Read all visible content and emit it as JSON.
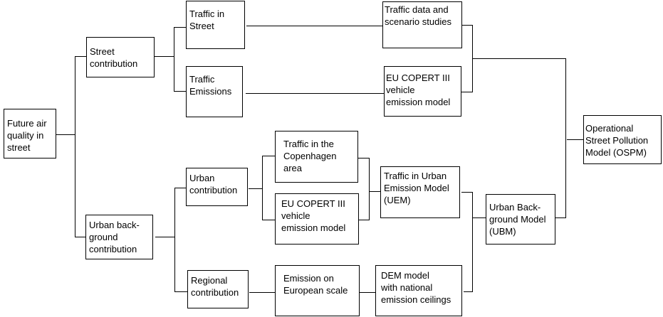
{
  "nodes": {
    "future": "Future air\nquality in\nstreet",
    "street_contribution": "Street\ncontribution",
    "urban_background_contribution": "Urban back-\nground\ncontribution",
    "traffic_in_street": "Traffic in\nStreet",
    "traffic_emissions": "Traffic\nEmissions",
    "urban_contribution": "Urban\ncontribution",
    "regional_contribution": "Regional\ncontribution",
    "traffic_copenhagen": "Traffic in the\nCopenhagen\narea",
    "eu_copert_lower": "EU COPERT III\nvehicle\nemission model",
    "emission_european": "Emission on\nEuropean scale",
    "traffic_data": "Traffic data and\nscenario studies",
    "eu_copert_upper": "EU COPERT III\nvehicle\nemission model",
    "traffic_urban_model": "Traffic in Urban\nEmission Model\n(UEM)",
    "dem_model": "DEM model\nwith national\nemission ceilings",
    "ubm": "Urban Back-\nground Model\n(UBM)",
    "ospm": "Operational\nStreet Pollution\nModel (OSPM)"
  }
}
